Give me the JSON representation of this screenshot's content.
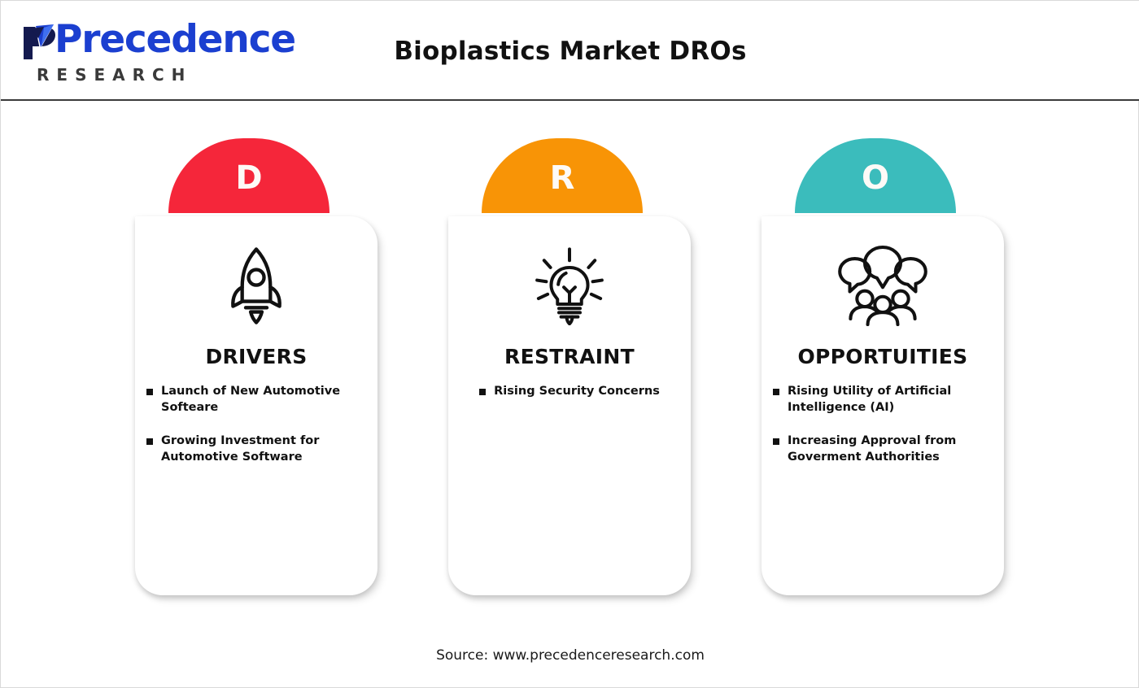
{
  "header": {
    "logo": {
      "word": "Precedence",
      "sub": "RESEARCH",
      "mark_icon": "precedence-p-arrow-logo",
      "word_color": "#1b3fd0",
      "sub_color": "#3a3a3a"
    },
    "title": "Bioplastics Market DROs"
  },
  "columns": [
    {
      "id": "drivers",
      "cap_letter": "D",
      "cap_color": "#F5263A",
      "icon": "rocket-icon",
      "title": "DRIVERS",
      "bullets": [
        "Launch of New Automotive Softeare",
        "Growing Investment for Automotive Software"
      ]
    },
    {
      "id": "restraint",
      "cap_letter": "R",
      "cap_color": "#F89406",
      "icon": "lightbulb-icon",
      "title": "RESTRAINT",
      "bullets": [
        "Rising Security Concerns"
      ]
    },
    {
      "id": "opportunities",
      "cap_letter": "O",
      "cap_color": "#3BBCBC",
      "icon": "people-speech-bubbles-icon",
      "title": "OPPORTUITIES",
      "bullets": [
        "Rising Utility of Artificial Intelligence (AI)",
        "Increasing Approval from Goverment Authorities"
      ]
    }
  ],
  "footer": {
    "source": "Source: www.precedenceresearch.com"
  }
}
